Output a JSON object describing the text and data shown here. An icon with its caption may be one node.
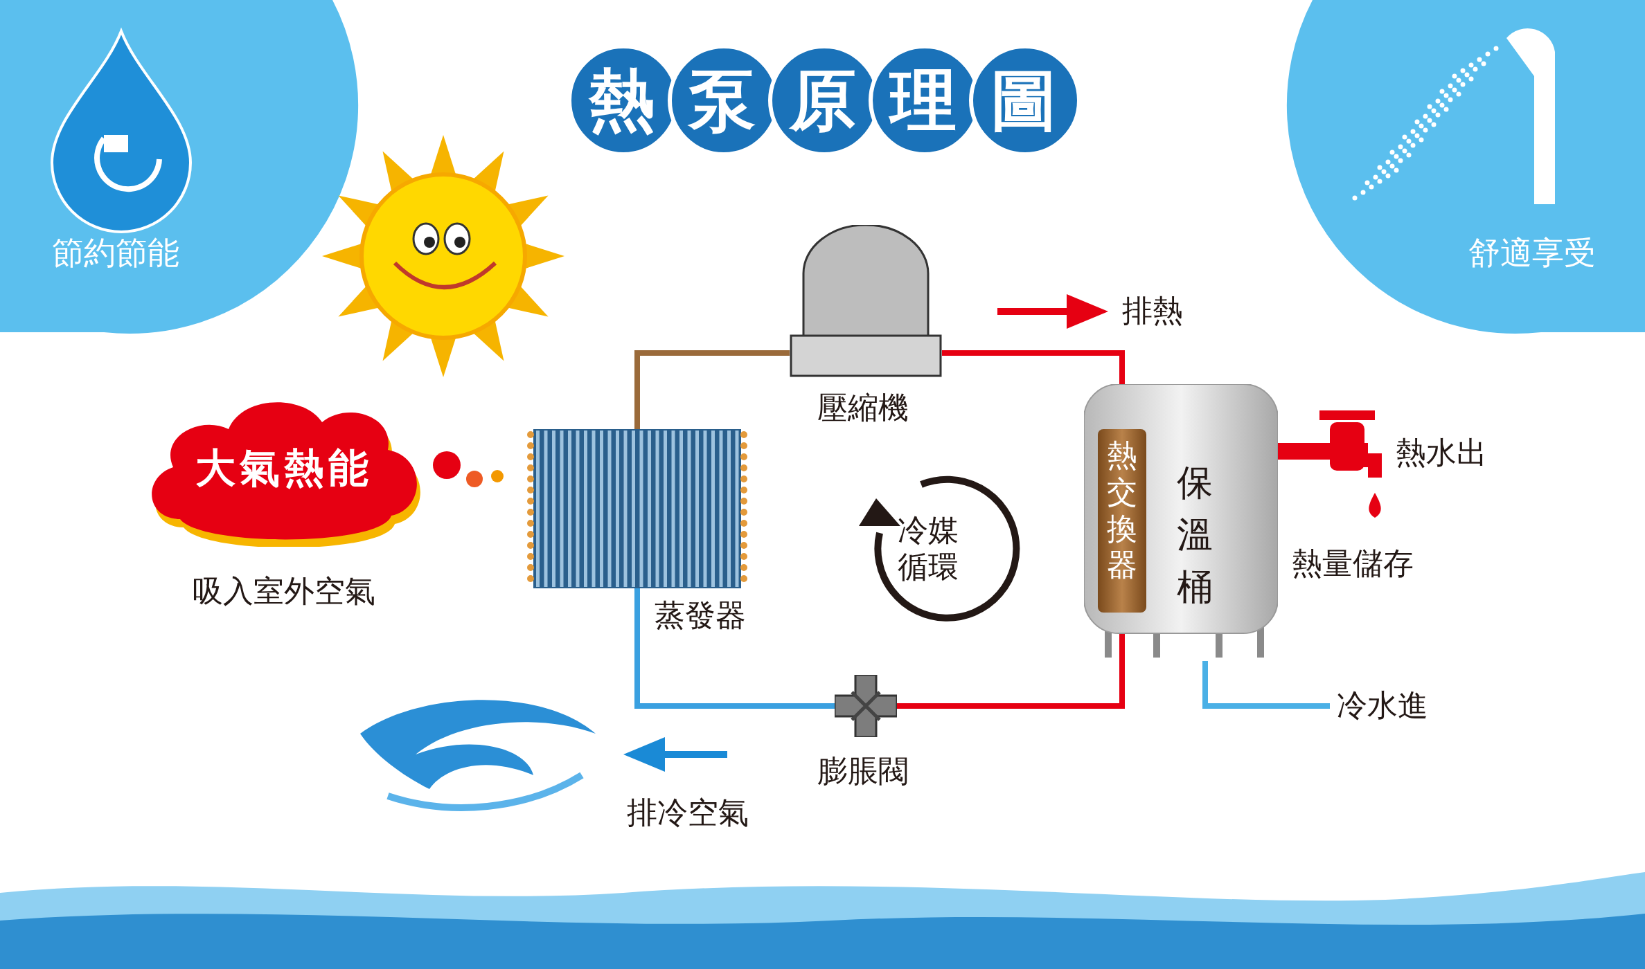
{
  "diagram": {
    "title": "熱泵原理圖",
    "nodes": [
      {
        "text": [
          "大氣熱能"
        ],
        "beside": [
          "吸入室外空氣"
        ]
      },
      {
        "text": [
          "蒸發器"
        ]
      },
      {
        "text": [
          "壓縮機"
        ]
      },
      {
        "text": [
          "保溫桶"
        ],
        "beside": [
          "熱量儲存"
        ]
      },
      {
        "text": [
          "熱交換器"
        ],
        "in": 3
      },
      {
        "text": [
          "膨脹閥"
        ]
      },
      {
        "text": [
          "冷水進"
        ]
      }
    ],
    "edges": [
      {
        "from": 1,
        "to": 2,
        "arrow": "none",
        "color": "#9a6a3a"
      },
      {
        "from": 2,
        "to": 4,
        "arrow": "none",
        "color": "#e60012"
      },
      {
        "from": 4,
        "to": 5,
        "arrow": "none",
        "color": "#e60012"
      },
      {
        "from": 5,
        "to": 1,
        "arrow": "none",
        "color": "#3aa0e0"
      },
      {
        "from": 3,
        "to": 6,
        "arrow": "none",
        "color": "#4ab0e6"
      }
    ],
    "labels": [
      "節約節能",
      "舒適享受",
      "排熱",
      "熱水出",
      "冷媒循環",
      "排冷空氣"
    ]
  }
}
